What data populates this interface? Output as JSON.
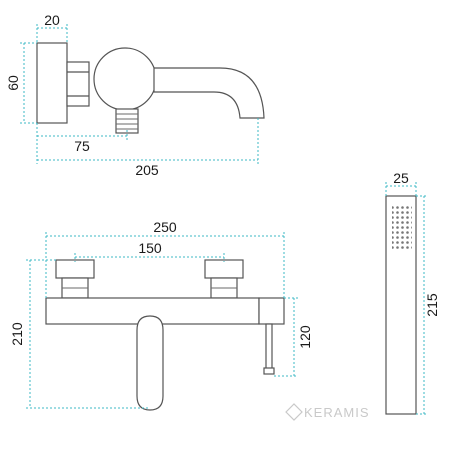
{
  "dimensions": {
    "side_depth": "20",
    "side_height": "60",
    "side_spout_axis": "75",
    "side_total_length": "205",
    "handshower_width": "25",
    "handshower_length": "215",
    "front_total_width": "250",
    "front_inlet_spacing": "150",
    "front_total_height": "210",
    "front_outlet_height": "120"
  },
  "watermark": "KERAMIS",
  "colors": {
    "dimension_line": "#3cb8c4",
    "outline": "#555555",
    "watermark": "#c9c9c9"
  }
}
